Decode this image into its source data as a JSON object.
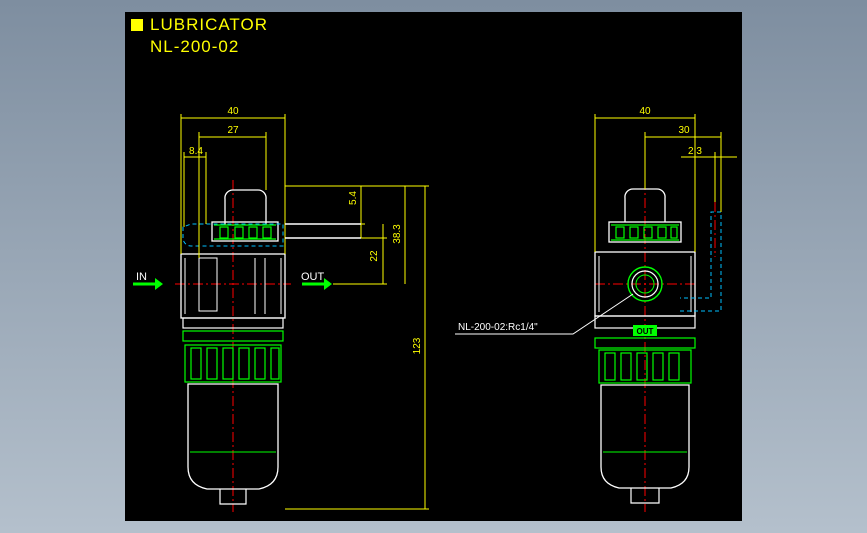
{
  "title": {
    "line1": "LUBRICATOR",
    "line2": "NL-200-02"
  },
  "left_view": {
    "dims": {
      "overall_width": "40",
      "width_27": "27",
      "width_8_4": "8.4",
      "h_5_4": "5.4",
      "h_22": "22",
      "h_38_3": "38.3",
      "h_123": "123"
    },
    "in_label": "IN",
    "out_label": "OUT"
  },
  "right_view": {
    "dims": {
      "overall_width": "40",
      "width_30": "30",
      "width_2_3": "2.3"
    },
    "callout": "NL-200-02:Rc1/4\"",
    "out_badge": "OUT"
  },
  "colors": {
    "background": "#000000",
    "dimension": "#ffff00",
    "outline": "#ffffff",
    "detail": "#00ff00",
    "center": "#ff0000",
    "hidden": "#00c0ff"
  }
}
